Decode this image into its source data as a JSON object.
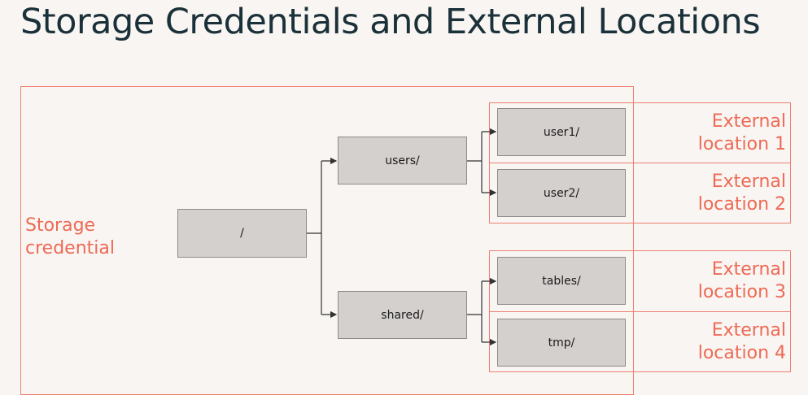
{
  "title": "Storage Credentials and External Locations",
  "storage_credential_label": [
    "Storage",
    "credential"
  ],
  "nodes": {
    "root": "/",
    "users": "users/",
    "shared": "shared/",
    "user1": "user1/",
    "user2": "user2/",
    "tables": "tables/",
    "tmp": "tmp/"
  },
  "external_locations": [
    [
      "External",
      "location 1"
    ],
    [
      "External",
      "location 2"
    ],
    [
      "External",
      "location 3"
    ],
    [
      "External",
      "location 4"
    ]
  ],
  "colors": {
    "background": "#f8f5f2",
    "title": "#1b3139",
    "accent": "#ee6a55",
    "node_fill": "#d4d0ce",
    "node_border": "#8e8a88",
    "wire": "#333333"
  }
}
